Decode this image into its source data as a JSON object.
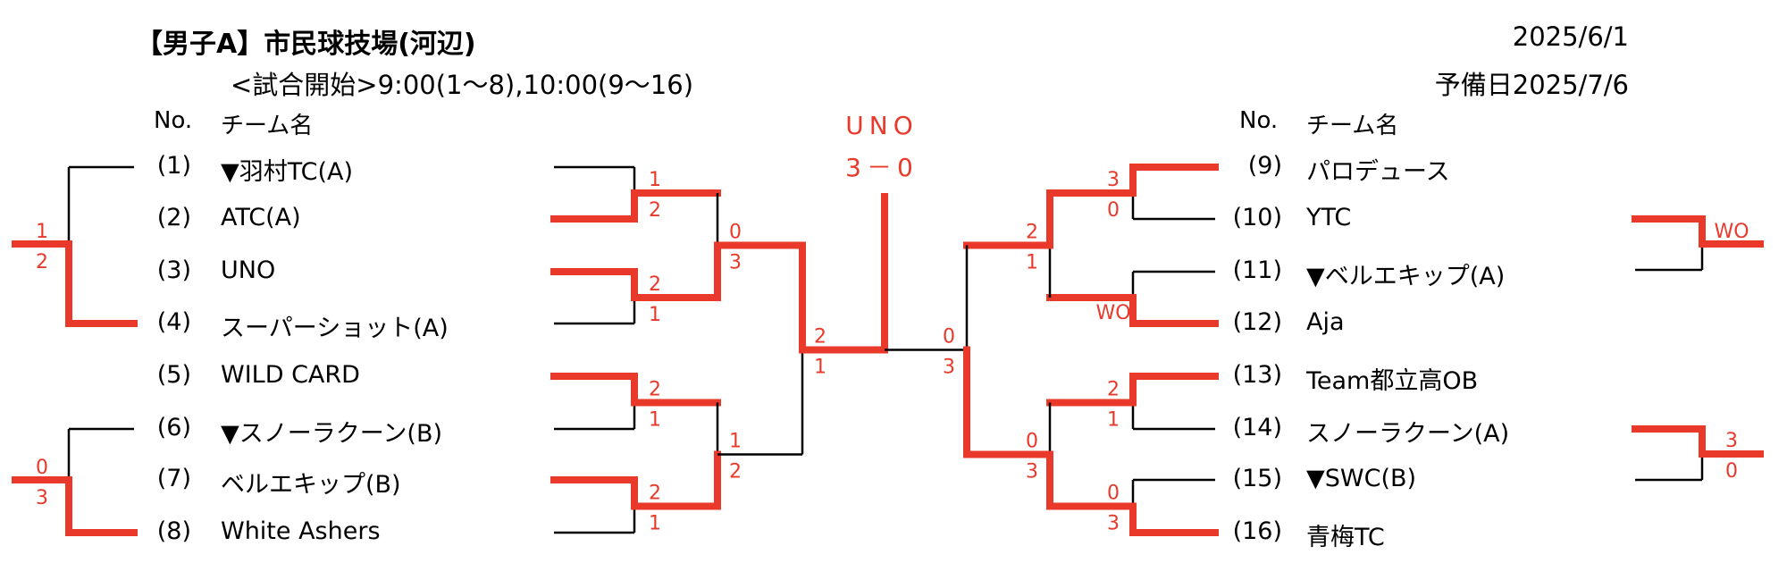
{
  "header": {
    "title": "【男子A】市民球技場(河辺)",
    "schedule": "<試合開始>9:00(1〜8),10:00(9〜16)",
    "date": "2025/6/1",
    "reserve_date": "予備日2025/7/6",
    "col_no": "No.",
    "col_team": "チーム名"
  },
  "colors": {
    "winner_line": "#e8392a",
    "loser_line": "#000000",
    "score_text": "#e8392a"
  },
  "teams_left": [
    {
      "no": "(1)",
      "name": "▼羽村TC(A)"
    },
    {
      "no": "(2)",
      "name": "ATC(A)"
    },
    {
      "no": "(3)",
      "name": "UNO"
    },
    {
      "no": "(4)",
      "name": "スーパーショット(A)"
    },
    {
      "no": "(5)",
      "name": "WILD CARD"
    },
    {
      "no": "(6)",
      "name": "▼スノーラクーン(B)"
    },
    {
      "no": "(7)",
      "name": "ベルエキップ(B)"
    },
    {
      "no": "(8)",
      "name": "White Ashers"
    }
  ],
  "teams_right": [
    {
      "no": "(9)",
      "name": "パロデュース"
    },
    {
      "no": "(10)",
      "name": "YTC"
    },
    {
      "no": "(11)",
      "name": "▼ベルエキップ(A)"
    },
    {
      "no": "(12)",
      "name": "Aja"
    },
    {
      "no": "(13)",
      "name": "Team都立高OB"
    },
    {
      "no": "(14)",
      "name": "スノーラクーン(A)"
    },
    {
      "no": "(15)",
      "name": "▼SWC(B)"
    },
    {
      "no": "(16)",
      "name": "青梅TC"
    }
  ],
  "final": {
    "winner": "UNO",
    "score": "3－0"
  },
  "scores": {
    "side_left_1_2_top": "1",
    "side_left_1_2_bottom": "2",
    "side_left_6_7_top": "0",
    "side_left_6_7_bottom": "3",
    "l_r1_a_top": "1",
    "l_r1_a_bottom": "2",
    "l_r1_b_top": "2",
    "l_r1_b_bottom": "1",
    "l_r1_c_top": "2",
    "l_r1_c_bottom": "1",
    "l_r1_d_top": "2",
    "l_r1_d_bottom": "1",
    "l_r2_a_top": "0",
    "l_r2_a_bottom": "3",
    "l_r2_b_top": "1",
    "l_r2_b_bottom": "2",
    "l_sf_top": "2",
    "l_sf_bottom": "1",
    "r_sf_top": "0",
    "r_sf_bottom": "3",
    "r_r2_a_top": "2",
    "r_r2_a_bottom": "1",
    "r_r2_b_top": "0",
    "r_r2_b_bottom": "3",
    "r_r1_a_top": "3",
    "r_r1_a_bottom": "0",
    "r_r1_b_label": "WO",
    "r_r1_c_top": "2",
    "r_r1_c_bottom": "1",
    "r_r1_d_top": "0",
    "r_r1_d_bottom": "3",
    "side_right_a_label": "WO",
    "side_right_b_top": "3",
    "side_right_b_bottom": "0"
  }
}
